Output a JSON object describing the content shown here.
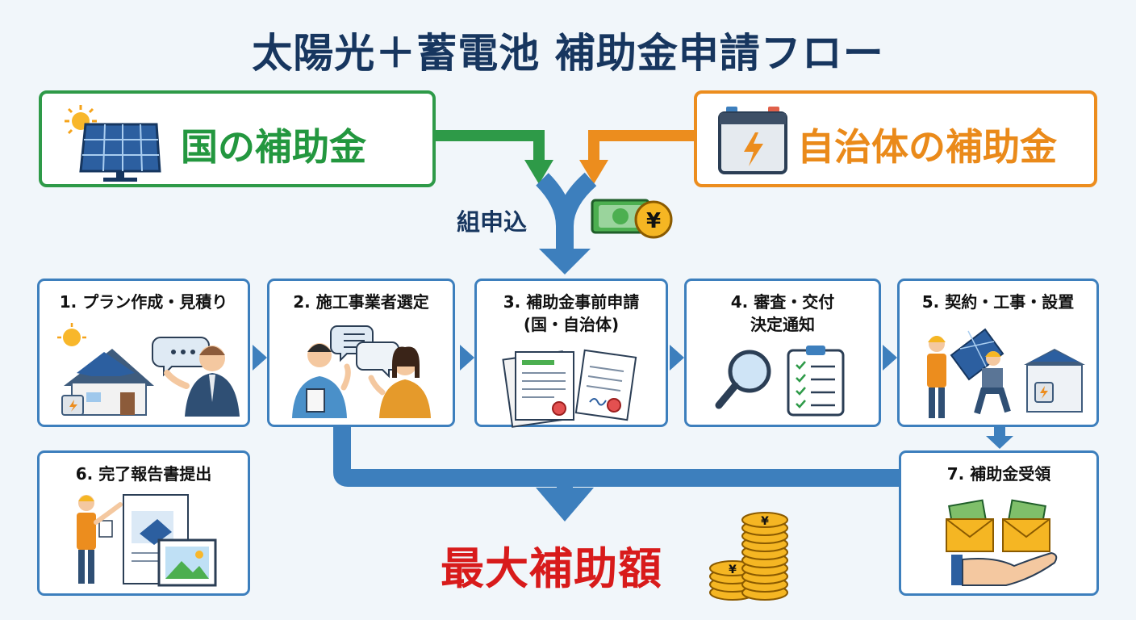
{
  "title": "太陽光＋蓄電池 補助金申請フロー",
  "sources": {
    "national": {
      "label": "国の補助金",
      "color": "#2e9a48",
      "icon": "solar-panel-with-sun-icon"
    },
    "local": {
      "label": "自治体の補助金",
      "color": "#ec8d1e",
      "icon": "battery-icon"
    }
  },
  "combined_label": "組申込",
  "steps": [
    {
      "label": "1. プラン作成・見積り",
      "icon": "house-consultation-icon"
    },
    {
      "label": "2. 施工事業者選定",
      "icon": "people-discussion-icon"
    },
    {
      "label": "3. 補助金事前申請\n(国・自治体)",
      "icon": "application-documents-icon"
    },
    {
      "label": "4. 審査・交付\n決定通知",
      "icon": "magnifier-checklist-icon"
    },
    {
      "label": "5. 契約・工事・設置",
      "icon": "installation-workers-icon"
    },
    {
      "label": "6. 完了報告書提出",
      "icon": "report-photos-icon"
    },
    {
      "label": "7. 補助金受領",
      "icon": "money-envelopes-icon"
    }
  ],
  "result_label": "最大補助額",
  "colors": {
    "flow_arrow": "#3d7fbd",
    "title": "#17365f",
    "result": "#d81b1b",
    "step_border": "#3d7fbd"
  },
  "currency_symbol": "¥"
}
